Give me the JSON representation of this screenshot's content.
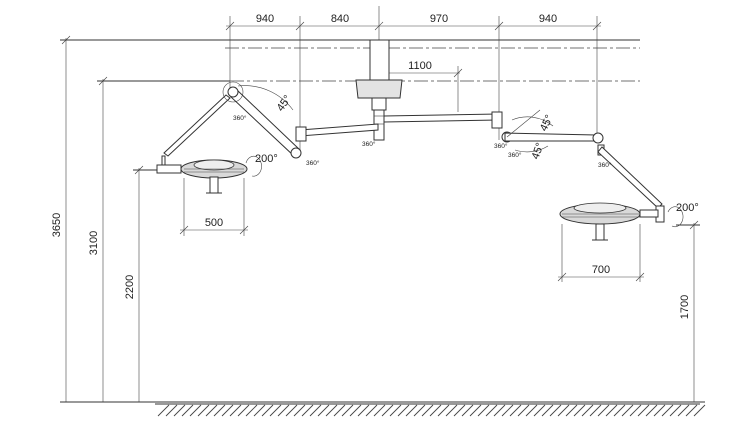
{
  "dimensions": {
    "top_segments": [
      "940",
      "840",
      "970",
      "940"
    ],
    "arm_extension": "1100",
    "ceiling_height": "3650",
    "mount_height": "3100",
    "left_light_height": "2200",
    "right_light_height": "1700",
    "left_head_diameter": "500",
    "right_head_diameter": "700"
  },
  "annotations": {
    "rotation_360": "360°",
    "tilt_45": "45°",
    "rotation_200": "200°"
  },
  "colors": {
    "line": "#333333",
    "lamp_fill": "#d9d9d9",
    "background": "#ffffff"
  }
}
